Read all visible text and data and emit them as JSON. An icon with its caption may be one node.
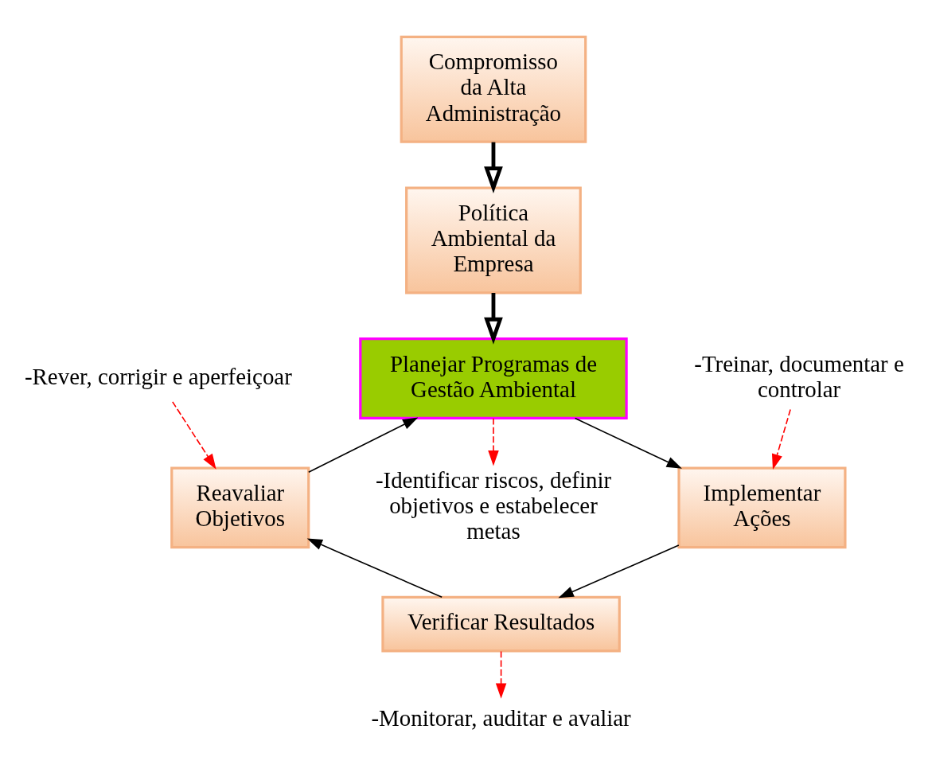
{
  "diagram": {
    "nodes": [
      {
        "text": [
          "Compromisso da Alta Administração"
        ]
      },
      {
        "text": [
          "Política Ambiental da Empresa"
        ]
      },
      {
        "text": [
          "Planejar Programas de Gestão Ambiental"
        ]
      },
      {
        "text": [
          "Implementar Ações"
        ]
      },
      {
        "text": [
          "Verificar Resultados"
        ]
      },
      {
        "text": [
          "Reavaliar Objetivos"
        ]
      },
      {
        "text": [
          "-Rever, corrigir e aperfeiçoar"
        ]
      },
      {
        "text": [
          "-Identificar riscos, definir objetivos e estabelecer metas"
        ]
      },
      {
        "text": [
          "-Treinar, documentar e controlar"
        ]
      },
      {
        "text": [
          "-Monitorar, auditar e avaliar"
        ]
      }
    ],
    "edges": [
      {
        "from": 0,
        "to": 1,
        "arrow": "to",
        "style": "thick"
      },
      {
        "from": 1,
        "to": 2,
        "arrow": "to",
        "style": "thick"
      },
      {
        "from": 2,
        "to": 3,
        "arrow": "to"
      },
      {
        "from": 3,
        "to": 4,
        "arrow": "to"
      },
      {
        "from": 4,
        "to": 5,
        "arrow": "to"
      },
      {
        "from": 5,
        "to": 2,
        "arrow": "to"
      },
      {
        "from": 6,
        "to": 5,
        "arrow": "to",
        "style": "dashed",
        "color": "#ff0000"
      },
      {
        "from": 2,
        "to": 7,
        "arrow": "to",
        "style": "dashed",
        "color": "#ff0000"
      },
      {
        "from": 8,
        "to": 3,
        "arrow": "to",
        "style": "dashed",
        "color": "#ff0000"
      },
      {
        "from": 4,
        "to": 9,
        "arrow": "to",
        "style": "dashed",
        "color": "#ff0000"
      }
    ]
  }
}
